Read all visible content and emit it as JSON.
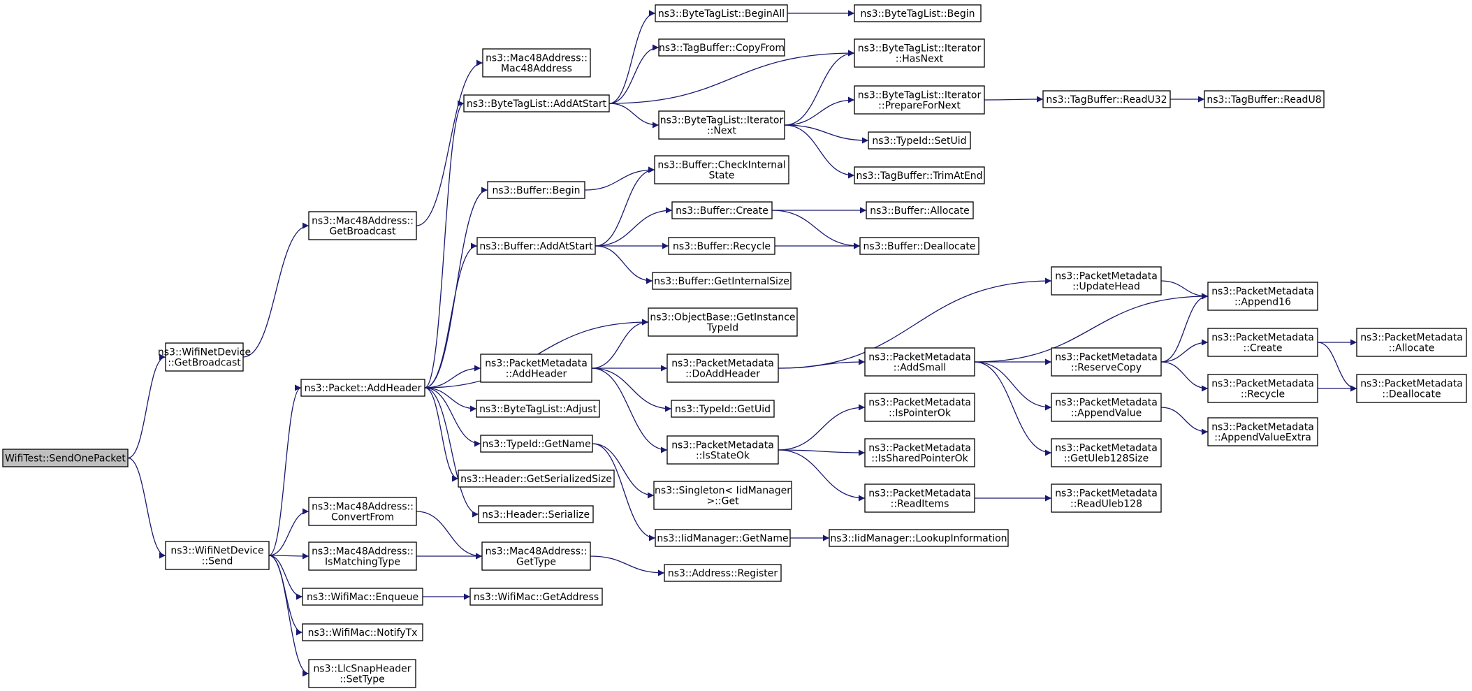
{
  "colors": {
    "edge": "#191970",
    "root_fill": "#bfbfbf",
    "node_fill": "#ffffff",
    "node_stroke": "#000000"
  },
  "nodes": {
    "root": [
      "WifiTest::SendOnePacket"
    ],
    "wnd_getbroadcast": [
      "ns3::WifiNetDevice",
      "::GetBroadcast"
    ],
    "wnd_send": [
      "ns3::WifiNetDevice",
      "::Send"
    ],
    "mac48_getbroadcast": [
      "ns3::Mac48Address::",
      "GetBroadcast"
    ],
    "mac48_ctor": [
      "ns3::Mac48Address::",
      "Mac48Address"
    ],
    "packet_addheader": [
      "ns3::Packet::AddHeader"
    ],
    "mac48_convertfrom": [
      "ns3::Mac48Address::",
      "ConvertFrom"
    ],
    "mac48_ismatchingtype": [
      "ns3::Mac48Address::",
      "IsMatchingType"
    ],
    "wifimac_enqueue": [
      "ns3::WifiMac::Enqueue"
    ],
    "wifimac_notifytx": [
      "ns3::WifiMac::NotifyTx"
    ],
    "llcsnap_settype": [
      "ns3::LlcSnapHeader",
      "::SetType"
    ],
    "btl_addatstart": [
      "ns3::ByteTagList::AddAtStart"
    ],
    "buffer_begin": [
      "ns3::Buffer::Begin"
    ],
    "buffer_addatstart": [
      "ns3::Buffer::AddAtStart"
    ],
    "pm_addheader": [
      "ns3::PacketMetadata",
      "::AddHeader"
    ],
    "btl_adjust": [
      "ns3::ByteTagList::Adjust"
    ],
    "typeid_getname": [
      "ns3::TypeId::GetName"
    ],
    "header_getserializedsize": [
      "ns3::Header::GetSerializedSize"
    ],
    "header_serialize": [
      "ns3::Header::Serialize"
    ],
    "mac48_gettype": [
      "ns3::Mac48Address::",
      "GetType"
    ],
    "wifimac_getaddress": [
      "ns3::WifiMac::GetAddress"
    ],
    "btl_beginall": [
      "ns3::ByteTagList::BeginAll"
    ],
    "tagbuffer_copyfrom": [
      "ns3::TagBuffer::CopyFrom"
    ],
    "btl_iter_next": [
      "ns3::ByteTagList::Iterator",
      "::Next"
    ],
    "buffer_checkinternalstate": [
      "ns3::Buffer::CheckInternal",
      "State"
    ],
    "buffer_create": [
      "ns3::Buffer::Create"
    ],
    "buffer_recycle": [
      "ns3::Buffer::Recycle"
    ],
    "buffer_getinternalsize": [
      "ns3::Buffer::GetInternalSize"
    ],
    "objectbase_getinstancetypeid": [
      "ns3::ObjectBase::GetInstance",
      "TypeId"
    ],
    "pm_doaddheader": [
      "ns3::PacketMetadata",
      "::DoAddHeader"
    ],
    "typeid_getuid": [
      "ns3::TypeId::GetUid"
    ],
    "pm_isstateok": [
      "ns3::PacketMetadata",
      "::IsStateOk"
    ],
    "singleton_get": [
      "ns3::Singleton< IidManager",
      ">::Get"
    ],
    "iidmanager_getname": [
      "ns3::IidManager::GetName"
    ],
    "address_register": [
      "ns3::Address::Register"
    ],
    "btl_begin": [
      "ns3::ByteTagList::Begin"
    ],
    "btl_iter_hasnext": [
      "ns3::ByteTagList::Iterator",
      "::HasNext"
    ],
    "btl_iter_prepare": [
      "ns3::ByteTagList::Iterator",
      "::PrepareForNext"
    ],
    "typeid_setuid": [
      "ns3::TypeId::SetUid"
    ],
    "tagbuffer_trimatend": [
      "ns3::TagBuffer::TrimAtEnd"
    ],
    "buffer_allocate": [
      "ns3::Buffer::Allocate"
    ],
    "buffer_deallocate": [
      "ns3::Buffer::Deallocate"
    ],
    "pm_updatehead": [
      "ns3::PacketMetadata",
      "::UpdateHead"
    ],
    "pm_addsmall": [
      "ns3::PacketMetadata",
      "::AddSmall"
    ],
    "pm_ispointerok": [
      "ns3::PacketMetadata",
      "::IsPointerOk"
    ],
    "pm_issharedpointerok": [
      "ns3::PacketMetadata",
      "::IsSharedPointerOk"
    ],
    "pm_readitems": [
      "ns3::PacketMetadata",
      "::ReadItems"
    ],
    "iidmanager_lookupinformation": [
      "ns3::IidManager::LookupInformation"
    ],
    "tagbuffer_readu32": [
      "ns3::TagBuffer::ReadU32"
    ],
    "pm_reservecopy": [
      "ns3::PacketMetadata",
      "::ReserveCopy"
    ],
    "pm_appendvalue": [
      "ns3::PacketMetadata",
      "::AppendValue"
    ],
    "pm_getuleb128size": [
      "ns3::PacketMetadata",
      "::GetUleb128Size"
    ],
    "pm_readuleb128": [
      "ns3::PacketMetadata",
      "::ReadUleb128"
    ],
    "tagbuffer_readu8": [
      "ns3::TagBuffer::ReadU8"
    ],
    "pm_append16": [
      "ns3::PacketMetadata",
      "::Append16"
    ],
    "pm_create": [
      "ns3::PacketMetadata",
      "::Create"
    ],
    "pm_recycle": [
      "ns3::PacketMetadata",
      "::Recycle"
    ],
    "pm_appendvalueextra": [
      "ns3::PacketMetadata",
      "::AppendValueExtra"
    ],
    "pm_allocate": [
      "ns3::PacketMetadata",
      "::Allocate"
    ],
    "pm_deallocate": [
      "ns3::PacketMetadata",
      "::Deallocate"
    ]
  },
  "edges": [
    [
      "root",
      "wnd_getbroadcast"
    ],
    [
      "root",
      "wnd_send"
    ],
    [
      "wnd_getbroadcast",
      "mac48_getbroadcast"
    ],
    [
      "mac48_getbroadcast",
      "mac48_ctor"
    ],
    [
      "wnd_send",
      "packet_addheader"
    ],
    [
      "wnd_send",
      "mac48_convertfrom"
    ],
    [
      "wnd_send",
      "mac48_ismatchingtype"
    ],
    [
      "wnd_send",
      "wifimac_enqueue"
    ],
    [
      "wnd_send",
      "wifimac_notifytx"
    ],
    [
      "wnd_send",
      "llcsnap_settype"
    ],
    [
      "packet_addheader",
      "btl_addatstart"
    ],
    [
      "packet_addheader",
      "buffer_begin"
    ],
    [
      "packet_addheader",
      "buffer_addatstart"
    ],
    [
      "packet_addheader",
      "objectbase_getinstancetypeid"
    ],
    [
      "packet_addheader",
      "pm_addheader"
    ],
    [
      "packet_addheader",
      "btl_adjust"
    ],
    [
      "packet_addheader",
      "typeid_getname"
    ],
    [
      "packet_addheader",
      "header_getserializedsize"
    ],
    [
      "packet_addheader",
      "header_serialize"
    ],
    [
      "mac48_convertfrom",
      "mac48_gettype"
    ],
    [
      "mac48_ismatchingtype",
      "mac48_gettype"
    ],
    [
      "wifimac_enqueue",
      "wifimac_getaddress"
    ],
    [
      "mac48_gettype",
      "address_register"
    ],
    [
      "btl_addatstart",
      "btl_beginall"
    ],
    [
      "btl_addatstart",
      "tagbuffer_copyfrom"
    ],
    [
      "btl_addatstart",
      "btl_iter_hasnext"
    ],
    [
      "btl_addatstart",
      "btl_iter_next"
    ],
    [
      "btl_beginall",
      "btl_begin"
    ],
    [
      "btl_iter_next",
      "btl_iter_hasnext"
    ],
    [
      "btl_iter_next",
      "btl_iter_prepare"
    ],
    [
      "btl_iter_next",
      "typeid_setuid"
    ],
    [
      "btl_iter_next",
      "tagbuffer_trimatend"
    ],
    [
      "btl_iter_prepare",
      "tagbuffer_readu32"
    ],
    [
      "tagbuffer_readu32",
      "tagbuffer_readu8"
    ],
    [
      "buffer_begin",
      "buffer_checkinternalstate"
    ],
    [
      "buffer_addatstart",
      "buffer_checkinternalstate"
    ],
    [
      "buffer_addatstart",
      "buffer_create"
    ],
    [
      "buffer_addatstart",
      "buffer_recycle"
    ],
    [
      "buffer_addatstart",
      "buffer_getinternalsize"
    ],
    [
      "buffer_create",
      "buffer_allocate"
    ],
    [
      "buffer_create",
      "buffer_deallocate"
    ],
    [
      "buffer_recycle",
      "buffer_deallocate"
    ],
    [
      "pm_addheader",
      "objectbase_getinstancetypeid"
    ],
    [
      "pm_addheader",
      "pm_doaddheader"
    ],
    [
      "pm_addheader",
      "typeid_getuid"
    ],
    [
      "pm_addheader",
      "pm_isstateok"
    ],
    [
      "typeid_getname",
      "singleton_get"
    ],
    [
      "typeid_getname",
      "iidmanager_getname"
    ],
    [
      "iidmanager_getname",
      "iidmanager_lookupinformation"
    ],
    [
      "pm_doaddheader",
      "pm_updatehead"
    ],
    [
      "pm_doaddheader",
      "pm_addsmall"
    ],
    [
      "pm_isstateok",
      "pm_ispointerok"
    ],
    [
      "pm_isstateok",
      "pm_issharedpointerok"
    ],
    [
      "pm_isstateok",
      "pm_readitems"
    ],
    [
      "pm_readitems",
      "pm_readuleb128"
    ],
    [
      "pm_updatehead",
      "pm_append16"
    ],
    [
      "pm_addsmall",
      "pm_append16"
    ],
    [
      "pm_addsmall",
      "pm_reservecopy"
    ],
    [
      "pm_addsmall",
      "pm_appendvalue"
    ],
    [
      "pm_addsmall",
      "pm_getuleb128size"
    ],
    [
      "pm_reservecopy",
      "pm_append16"
    ],
    [
      "pm_reservecopy",
      "pm_create"
    ],
    [
      "pm_reservecopy",
      "pm_recycle"
    ],
    [
      "pm_appendvalue",
      "pm_appendvalueextra"
    ],
    [
      "pm_create",
      "pm_allocate"
    ],
    [
      "pm_create",
      "pm_deallocate"
    ],
    [
      "pm_recycle",
      "pm_deallocate"
    ]
  ]
}
